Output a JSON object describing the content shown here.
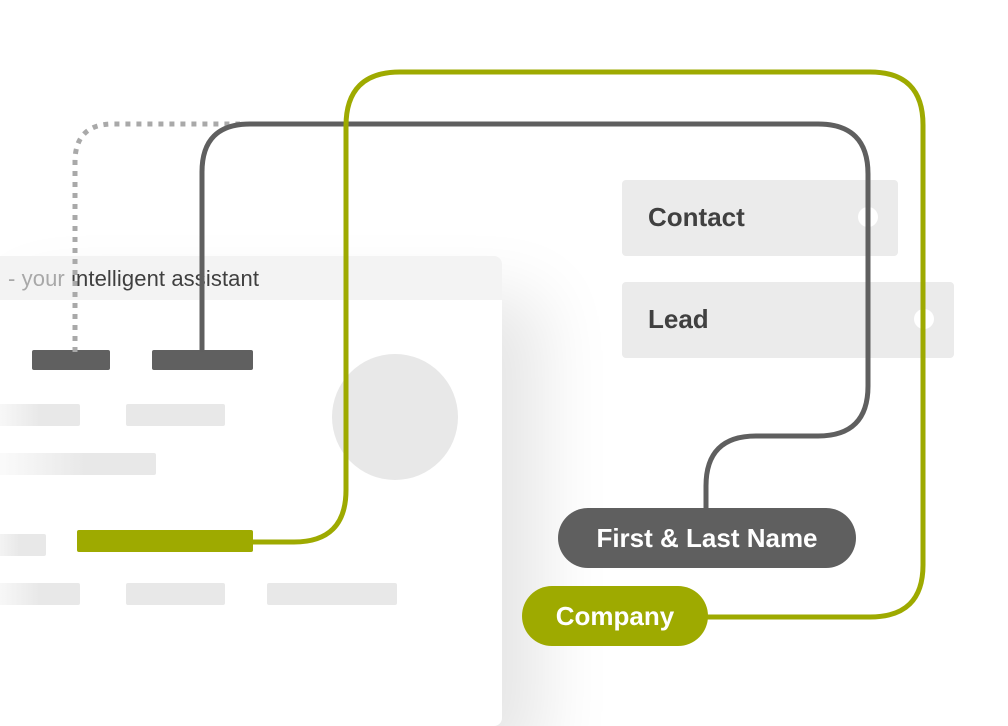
{
  "document": {
    "title_prefix": "- your ",
    "title_main": "intelligent assistant"
  },
  "entities": [
    {
      "label": "Contact"
    },
    {
      "label": "Lead"
    }
  ],
  "fields": [
    {
      "label": "First & Last Name"
    },
    {
      "label": "Company"
    }
  ],
  "colors": {
    "accent": "#9eaa00",
    "dark": "#606060",
    "light": "#e8e8e8",
    "card": "#ebebeb"
  }
}
